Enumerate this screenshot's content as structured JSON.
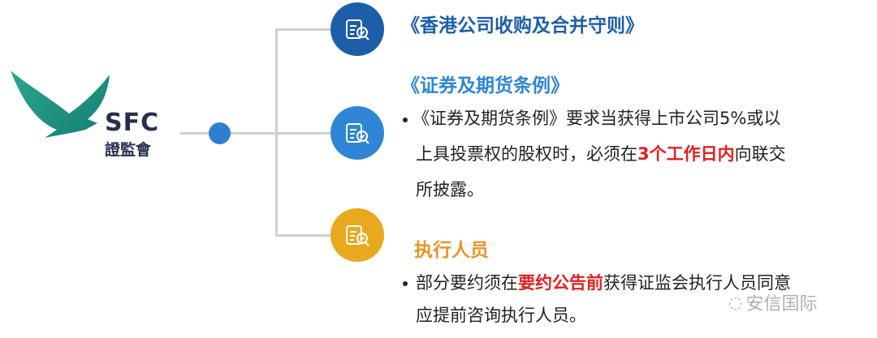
{
  "logo": {
    "text_en": "SFC",
    "text_zh": "證監會",
    "color": "#1f9a80"
  },
  "colors": {
    "dark_blue": "#1d5ea8",
    "blue": "#2f86d6",
    "orange": "#e8a91e",
    "red": "#e0201e",
    "connector": "#cfcfcf"
  },
  "nodes": [
    {
      "icon": "document-check-icon",
      "title": "《香港公司收购及合并守则》"
    },
    {
      "icon": "document-check-icon",
      "title": "《证券及期货条例》",
      "bullet": {
        "line1": "《证券及期货条例》要求当获得上市公司5%或以",
        "line2_pre": "上具投票权的股权时，必须在",
        "line2_highlight": "3个工作日内",
        "line2_post": "向联交",
        "line3": "所披露。"
      }
    },
    {
      "icon": "document-check-icon",
      "title": "执行人员",
      "bullet": {
        "line1_pre": "部分要约须在",
        "line1_highlight": "要约公告前",
        "line1_post": "获得证监会执行人员同意",
        "line2": "应提前咨询执行人员。"
      }
    }
  ],
  "watermark": "安信国际"
}
